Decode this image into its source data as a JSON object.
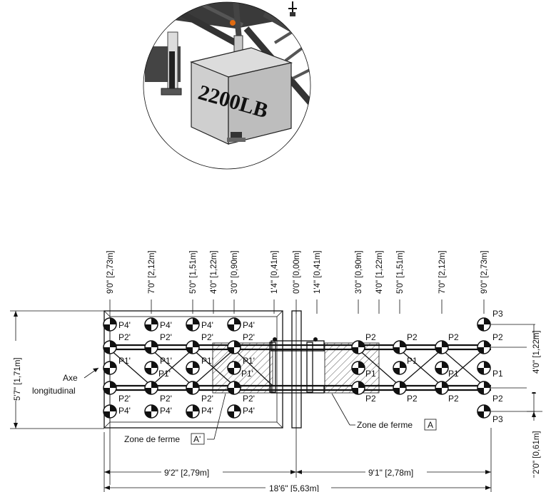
{
  "callout": {
    "weight_label": "2200LB"
  },
  "top_dimensions": [
    "9'0\" [2,73m]",
    "7'0\" [2,12m]",
    "5'0\" [1,51m]",
    "4'0\" [1,22m]",
    "3'0\" [0,90m]",
    "1'4\" [0,41m]",
    "0'0\" [0,00m]",
    "1'4\" [0,41m]",
    "3'0\" [0,90m]",
    "4'0\" [1,22m]",
    "5'0\" [1,51m]",
    "7'0\" [2,12m]",
    "9'0\" [2,73m]"
  ],
  "point_labels": {
    "p1": "P1",
    "p1_prime": "P1'",
    "p2": "P2",
    "p2_prime": "P2'",
    "p3": "P3",
    "p4_prime": "P4'"
  },
  "annotations": {
    "axis_line1": "Axe",
    "axis_line2": "longitudinal",
    "zone_a_prime_text": "Zone de ferme",
    "zone_a_prime_box": "A'",
    "zone_a_text": "Zone de ferme",
    "zone_a_box": "A"
  },
  "dimensions": {
    "left_height": "5'7\" [1,71m]",
    "right_upper": "4'0\" [1,22m]",
    "right_lower": "2'0\" [0,61m]",
    "bottom_left": "9'2\" [2,79m]",
    "bottom_right": "9'1\" [2,78m]",
    "bottom_total": "18'6\" [5,63m]"
  },
  "colors": {
    "line": "#111111",
    "concrete": "#cfcfcf",
    "hatch": "#555555",
    "orange": "#e06a10"
  }
}
